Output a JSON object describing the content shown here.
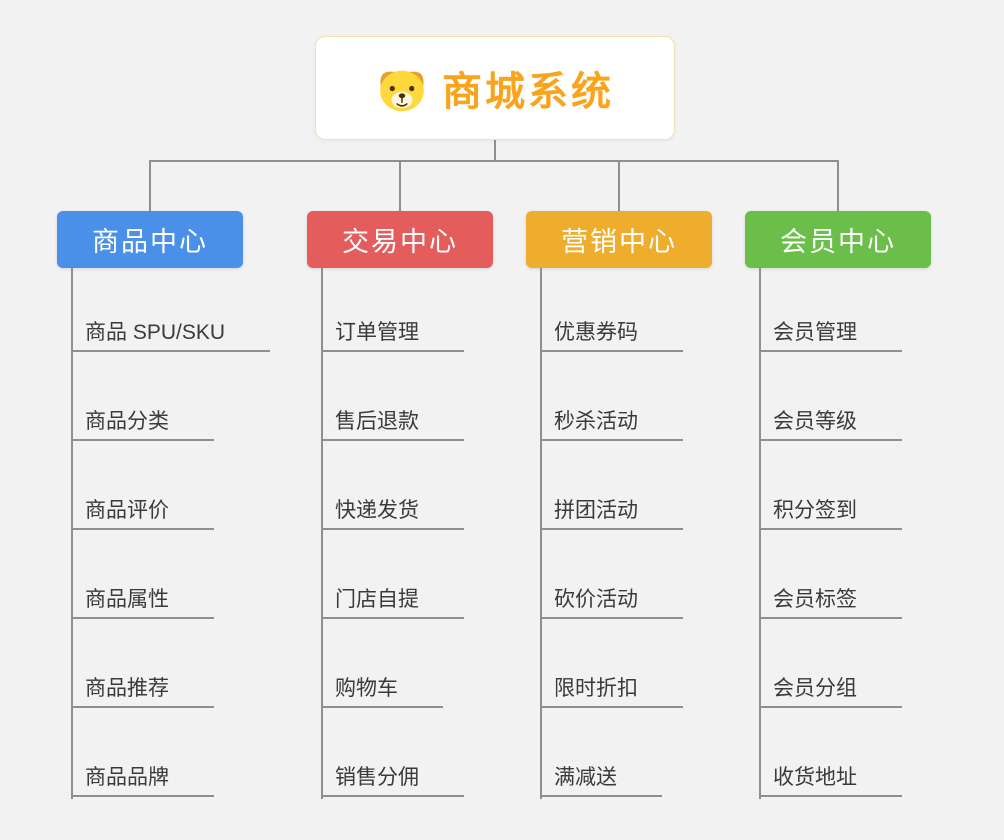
{
  "root": {
    "title": "商城系统",
    "icon": "dog-icon"
  },
  "branches": [
    {
      "label": "商品中心",
      "color": "#4A90E8",
      "children": [
        "商品 SPU/SKU",
        "商品分类",
        "商品评价",
        "商品属性",
        "商品推荐",
        "商品品牌"
      ]
    },
    {
      "label": "交易中心",
      "color": "#E45C5C",
      "children": [
        "订单管理",
        "售后退款",
        "快递发货",
        "门店自提",
        "购物车",
        "销售分佣"
      ]
    },
    {
      "label": "营销中心",
      "color": "#EFAD2E",
      "children": [
        "优惠券码",
        "秒杀活动",
        "拼团活动",
        "砍价活动",
        "限时折扣",
        "满减送"
      ]
    },
    {
      "label": "会员中心",
      "color": "#6CBE4B",
      "children": [
        "会员管理",
        "会员等级",
        "积分签到",
        "会员标签",
        "会员分组",
        "收货地址"
      ]
    }
  ],
  "colors": {
    "background": "#F2F2F2",
    "line": "#8F8F8F",
    "root_text": "#F9A41C",
    "root_border": "#F5DFB0",
    "child_text": "#3A3A3A"
  }
}
